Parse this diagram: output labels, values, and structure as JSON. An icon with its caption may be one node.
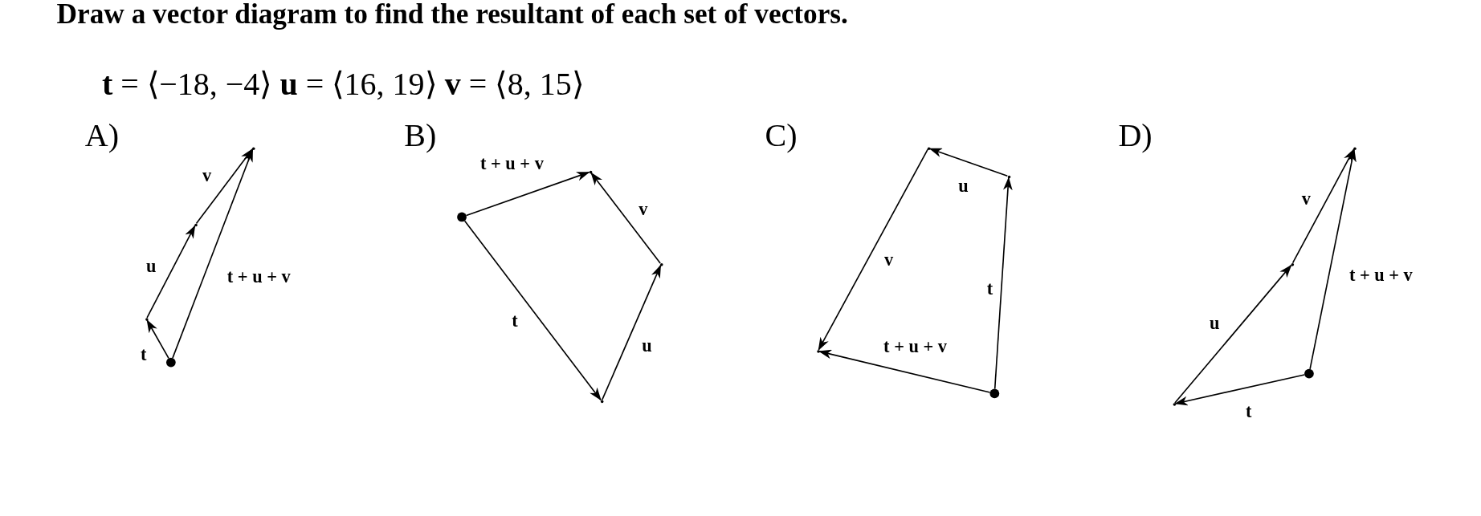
{
  "diagram": {
    "title": "Draw a vector diagram to find the resultant of each set of vectors.",
    "nodes": [
      {
        "text": [],
        "shape": "dot"
      },
      {
        "text": [],
        "shape": "point"
      },
      {
        "text": [],
        "shape": "point"
      },
      {
        "text": [],
        "shape": "point"
      },
      {
        "text": [],
        "shape": "dot"
      },
      {
        "text": [],
        "shape": "point"
      },
      {
        "text": [],
        "shape": "point"
      },
      {
        "text": [],
        "shape": "point"
      },
      {
        "text": [],
        "shape": "dot"
      },
      {
        "text": [],
        "shape": "point"
      },
      {
        "text": [],
        "shape": "point"
      },
      {
        "text": [],
        "shape": "point"
      },
      {
        "text": [],
        "shape": "dot"
      },
      {
        "text": [],
        "shape": "point"
      },
      {
        "text": [],
        "shape": "point"
      },
      {
        "text": [],
        "shape": "point"
      }
    ],
    "edges": [
      {
        "from": 0,
        "to": 1,
        "arrow": "to",
        "label": "t"
      },
      {
        "from": 1,
        "to": 2,
        "arrow": "to",
        "label": "u"
      },
      {
        "from": 2,
        "to": 3,
        "arrow": "to",
        "label": "v"
      },
      {
        "from": 0,
        "to": 3,
        "arrow": "to",
        "label": "t + u + v"
      },
      {
        "from": 4,
        "to": 5,
        "arrow": "to",
        "label": "t"
      },
      {
        "from": 5,
        "to": 6,
        "arrow": "to",
        "label": "u"
      },
      {
        "from": 6,
        "to": 7,
        "arrow": "to",
        "label": "v"
      },
      {
        "from": 4,
        "to": 7,
        "arrow": "to",
        "label": "t + u + v"
      },
      {
        "from": 8,
        "to": 9,
        "arrow": "to",
        "label": "t"
      },
      {
        "from": 9,
        "to": 10,
        "arrow": "to",
        "label": "u"
      },
      {
        "from": 10,
        "to": 11,
        "arrow": "to",
        "label": "v"
      },
      {
        "from": 8,
        "to": 11,
        "arrow": "to",
        "label": "t + u + v"
      },
      {
        "from": 12,
        "to": 13,
        "arrow": "to",
        "label": "t"
      },
      {
        "from": 13,
        "to": 14,
        "arrow": "to",
        "label": "u"
      },
      {
        "from": 14,
        "to": 15,
        "arrow": "to",
        "label": "v"
      },
      {
        "from": 12,
        "to": 15,
        "arrow": "to",
        "label": "t + u + v"
      }
    ],
    "labels": [
      "**t** = ⟨−18, −4⟩ **u** = ⟨16, 19⟩ **v** = ⟨8, 15⟩",
      "A)",
      "B)",
      "C)",
      "D)"
    ]
  }
}
